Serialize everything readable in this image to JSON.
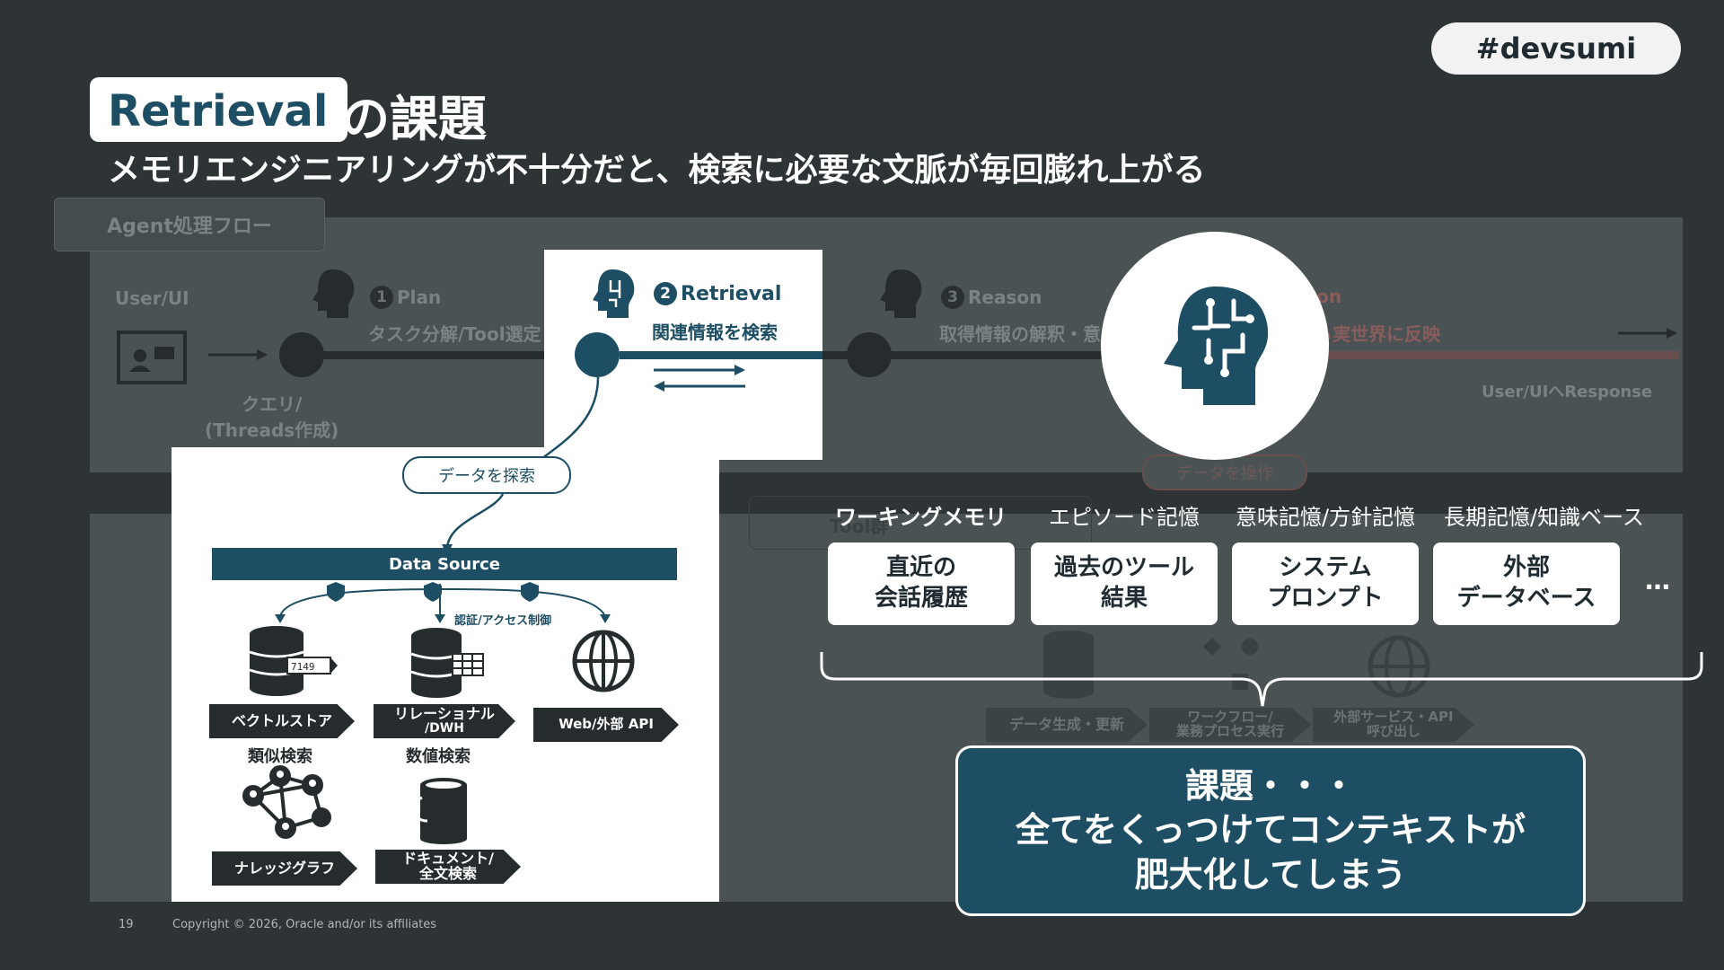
{
  "header": {
    "tag": "#devsumi",
    "title_highlight": "Retrieval",
    "title_rest": "の課題",
    "subtitle": "メモリエンジニアリングが不十分だと、検索に必要な文脈が毎回膨れ上がる"
  },
  "flow": {
    "label": "Agent処理フロー",
    "user": "User/UI",
    "query_line1": "クエリ/",
    "query_line2": "(Threads作成)",
    "step1_num": "1",
    "step1_title": "Plan",
    "step1_sub": "タスク分解/Tool選定",
    "step2_num": "2",
    "step2_title": "Retrieval",
    "step2_sub": "関連情報を検索",
    "step3_num": "3",
    "step3_title": "Reason",
    "step3_sub": "取得情報の解釈・意",
    "step4_title": "on",
    "step4_sub": "から実世界に反映",
    "response": "User/UIへResponse"
  },
  "datasource": {
    "search_label": "データを探索",
    "header": "Data Source",
    "auth": "認証/アクセス制御",
    "vector_label": "ベクトルストア",
    "vector_caption": "類似検索",
    "vector_num": "7149",
    "rdb_label_1": "リレーショナル",
    "rdb_label_2": "/DWH",
    "rdb_caption": "数値検索",
    "web_label": "Web/外部 API",
    "graph_label": "ナレッジグラフ",
    "doc_label_1": "ドキュメント/",
    "doc_label_2": "全文検索"
  },
  "tools": {
    "operate_label": "データを操作",
    "tool_label": "Tool群",
    "gen_label": "データ生成・更新",
    "workflow_1": "ワークフロー/",
    "workflow_2": "業務プロセス実行",
    "external_1": "外部サービス・API",
    "external_2": "呼び出し"
  },
  "memory": {
    "categories": [
      "ワーキングメモリ",
      "エピソード記憶",
      "意味記憶/方針記憶",
      "長期記憶/知識ベース"
    ],
    "boxes": [
      {
        "line1": "直近の",
        "line2": "会話履歴"
      },
      {
        "line1": "過去のツール",
        "line2": "結果"
      },
      {
        "line1": "システム",
        "line2": "プロンプト"
      },
      {
        "line1": "外部",
        "line2": "データベース"
      }
    ],
    "more": "…"
  },
  "callout": {
    "line1": "課題・・・",
    "line2": "全てをくっつけてコンテキストが",
    "line3": "肥大化してしまう"
  },
  "footer": {
    "page": "19",
    "copyright": "Copyright © 2026, Oracle and/or its affiliates"
  },
  "colors": {
    "background": "#2e3436",
    "accent": "#1d4e63",
    "panel_dim": "#4b5254"
  }
}
